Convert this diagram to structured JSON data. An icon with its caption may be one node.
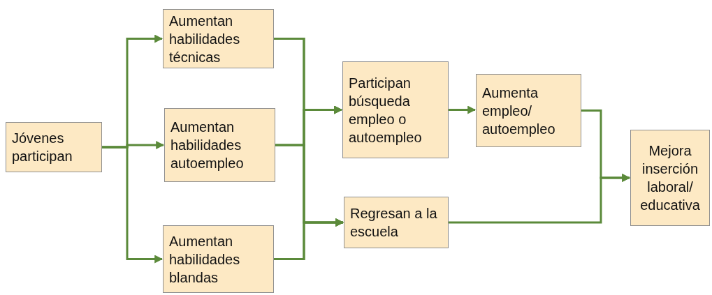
{
  "diagram": {
    "nodes": [
      {
        "text": [
          "Jóvenes participan"
        ]
      },
      {
        "text": [
          "Aumentan habilidades técnicas"
        ]
      },
      {
        "text": [
          "Aumentan habilidades autoempleo"
        ]
      },
      {
        "text": [
          "Aumentan habilidades blandas"
        ]
      },
      {
        "text": [
          "Participan búsqueda empleo o autoempleo"
        ]
      },
      {
        "text": [
          "Aumenta empleo/ autoempleo"
        ]
      },
      {
        "text": [
          "Regresan a la escuela"
        ]
      },
      {
        "text": [
          "Mejora inserción laboral/ educativa"
        ]
      }
    ],
    "edges": [
      {
        "from": 0,
        "to": 1,
        "arrow": "to"
      },
      {
        "from": 0,
        "to": 2,
        "arrow": "to"
      },
      {
        "from": 0,
        "to": 3,
        "arrow": "to"
      },
      {
        "from": 1,
        "to": 4,
        "arrow": "to"
      },
      {
        "from": 2,
        "to": 4,
        "arrow": "to"
      },
      {
        "from": 3,
        "to": 4,
        "arrow": "to"
      },
      {
        "from": 1,
        "to": 6,
        "arrow": "to"
      },
      {
        "from": 2,
        "to": 6,
        "arrow": "to"
      },
      {
        "from": 3,
        "to": 6,
        "arrow": "to"
      },
      {
        "from": 4,
        "to": 5,
        "arrow": "to"
      },
      {
        "from": 5,
        "to": 7,
        "arrow": "to"
      },
      {
        "from": 6,
        "to": 7,
        "arrow": "to"
      }
    ]
  }
}
